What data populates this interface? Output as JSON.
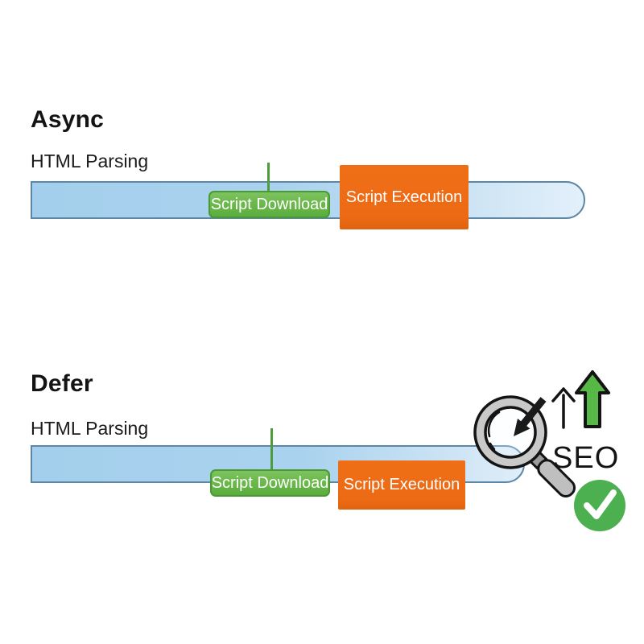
{
  "sections": [
    {
      "id": "async",
      "title": "Async",
      "parsing_label": "HTML Parsing",
      "download_label": "Script Download",
      "execution_label": "Script Execution"
    },
    {
      "id": "defer",
      "title": "Defer",
      "parsing_label": "HTML Parsing",
      "download_label": "Script Download",
      "execution_label": "Script Execution"
    }
  ],
  "seo": {
    "label": "SEO",
    "icons": [
      "magnifier-icon",
      "arrow-up-outline-icon",
      "arrow-up-green-icon",
      "checkmark-circle-icon"
    ]
  },
  "colors": {
    "background": "#ffffff",
    "bar_fill": "#a9d2ee",
    "bar_fill_light": "#e3f0fa",
    "bar_border": "#5d87a5",
    "download_fill": "#68b748",
    "download_border": "#4a9a33",
    "execution_fill": "#ed6a14",
    "callout_line": "#4d9d3a",
    "arrow_green": "#58b847",
    "check_green": "#4caf50",
    "text": "#141414"
  }
}
